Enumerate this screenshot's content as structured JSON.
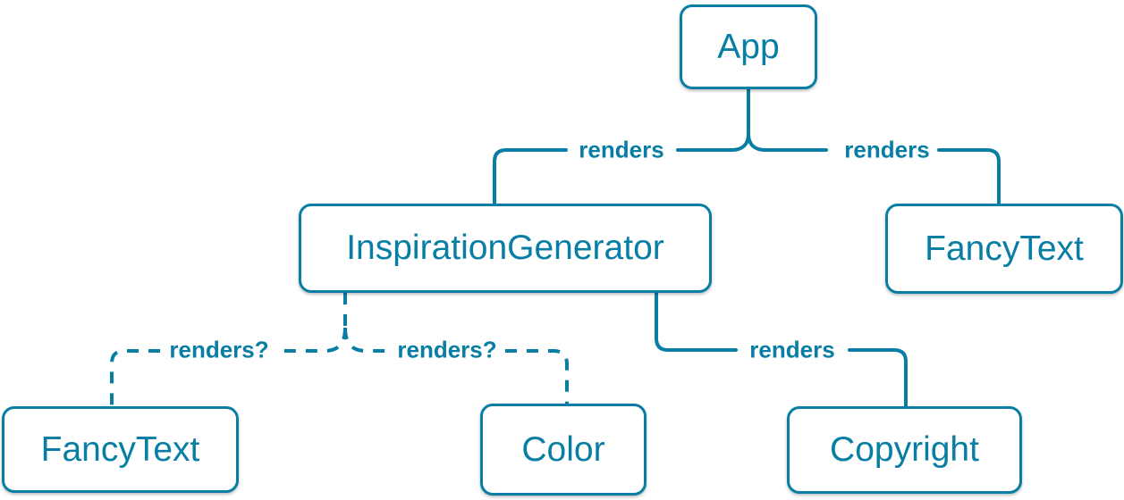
{
  "diagram": {
    "kind": "component-render-tree",
    "colors": {
      "accent": "#087ea4",
      "node_background": "#ffffff",
      "page_background": "#ffffff"
    },
    "nodes": [
      {
        "id": "app",
        "label": "App"
      },
      {
        "id": "inspiration-generator",
        "label": "InspirationGenerator"
      },
      {
        "id": "fancy-text-top",
        "label": "FancyText"
      },
      {
        "id": "fancy-text-bottom",
        "label": "FancyText"
      },
      {
        "id": "color",
        "label": "Color"
      },
      {
        "id": "copyright",
        "label": "Copyright"
      }
    ],
    "edges": [
      {
        "from": "App",
        "to": "InspirationGenerator",
        "label": "renders",
        "style": "solid"
      },
      {
        "from": "App",
        "to": "FancyText",
        "label": "renders",
        "style": "solid"
      },
      {
        "from": "InspirationGenerator",
        "to": "FancyText",
        "label": "renders?",
        "style": "dashed"
      },
      {
        "from": "InspirationGenerator",
        "to": "Color",
        "label": "renders?",
        "style": "dashed"
      },
      {
        "from": "InspirationGenerator",
        "to": "Copyright",
        "label": "renders",
        "style": "solid"
      }
    ]
  }
}
